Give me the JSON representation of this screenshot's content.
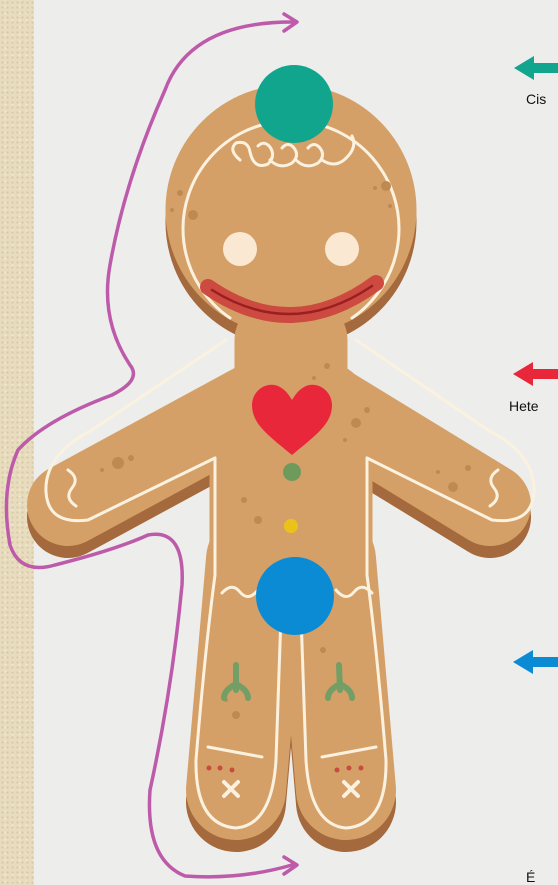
{
  "labels": {
    "identity": "Cis",
    "attraction": "Hete",
    "bottom": "É"
  },
  "colors": {
    "cookie": "#d5a067",
    "cookie_shadow": "#a4693c",
    "icing": "#fbf1df",
    "mind_dot": "#12a58e",
    "heart": "#e8273a",
    "sex_dot": "#0a8bd4",
    "arrow_expression": "#bd5aaa",
    "arrow_identity": "#12a58e",
    "arrow_attraction": "#e8273a",
    "arrow_sex": "#0a8bd4"
  },
  "icons": [
    "gingerbread-figure",
    "mind-dot",
    "heart-icon",
    "sex-dot",
    "identity-arrow",
    "attraction-arrow",
    "sex-arrow",
    "expression-arrow"
  ]
}
